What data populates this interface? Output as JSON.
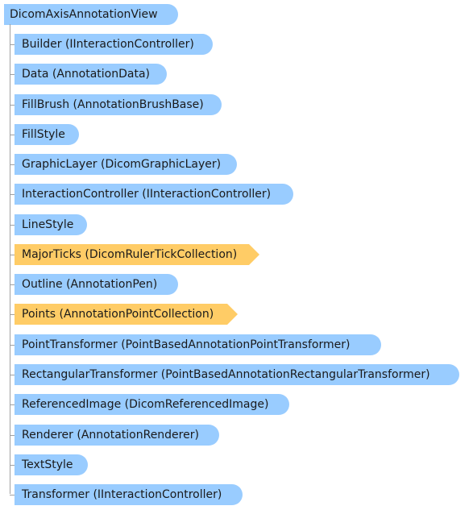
{
  "root": {
    "label": "DicomAxisAnnotationView"
  },
  "colors": {
    "class": "#99ccff",
    "collection": "#ffcc66",
    "connector": "#a0a0a0"
  },
  "members": [
    {
      "label": "Builder (IInteractionController)",
      "kind": "class"
    },
    {
      "label": "Data (AnnotationData)",
      "kind": "class"
    },
    {
      "label": "FillBrush (AnnotationBrushBase)",
      "kind": "class"
    },
    {
      "label": "FillStyle",
      "kind": "class"
    },
    {
      "label": "GraphicLayer (DicomGraphicLayer)",
      "kind": "class"
    },
    {
      "label": "InteractionController (IInteractionController)",
      "kind": "class"
    },
    {
      "label": "LineStyle",
      "kind": "class"
    },
    {
      "label": "MajorTicks (DicomRulerTickCollection)",
      "kind": "collection"
    },
    {
      "label": "Outline (AnnotationPen)",
      "kind": "class"
    },
    {
      "label": "Points (AnnotationPointCollection)",
      "kind": "collection"
    },
    {
      "label": "PointTransformer (PointBasedAnnotationPointTransformer)",
      "kind": "class"
    },
    {
      "label": "RectangularTransformer  (PointBasedAnnotationRectangularTransformer)",
      "kind": "class"
    },
    {
      "label": "ReferencedImage (DicomReferencedImage)",
      "kind": "class"
    },
    {
      "label": "Renderer (AnnotationRenderer)",
      "kind": "class"
    },
    {
      "label": "TextStyle",
      "kind": "class"
    },
    {
      "label": "Transformer (IInteractionController)",
      "kind": "class"
    }
  ]
}
